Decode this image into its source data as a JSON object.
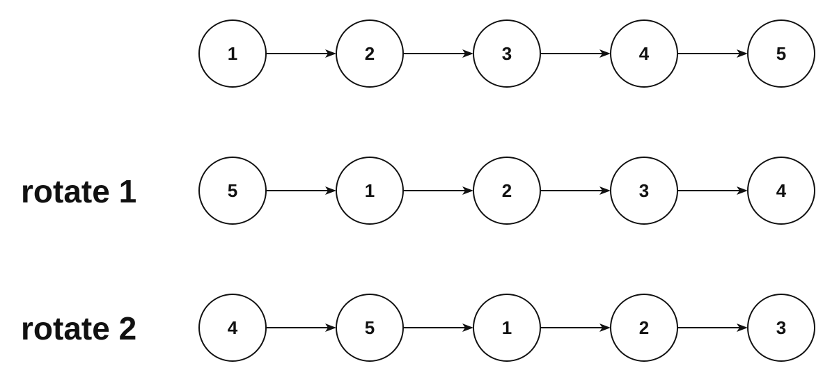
{
  "rows": [
    {
      "label": "",
      "nodes": [
        "1",
        "2",
        "3",
        "4",
        "5"
      ]
    },
    {
      "label": "rotate 1",
      "nodes": [
        "5",
        "1",
        "2",
        "3",
        "4"
      ]
    },
    {
      "label": "rotate 2",
      "nodes": [
        "4",
        "5",
        "1",
        "2",
        "3"
      ]
    }
  ],
  "colors": {
    "stroke": "#111111",
    "node_fill": "#ffffff",
    "background": "#ffffff"
  }
}
